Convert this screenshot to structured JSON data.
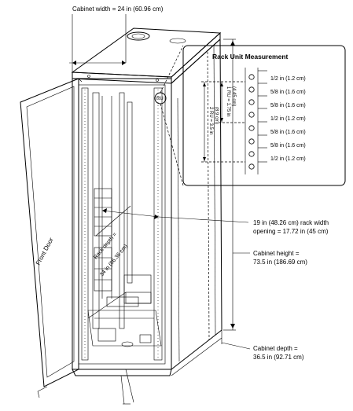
{
  "labels": {
    "cabinet_width": "Cabinet width = 24 in (60.96 cm)",
    "rack_width_line1": "19 in (48.26 cm) rack width",
    "rack_width_line2": "opening = 17.72 in (45 cm)",
    "cabinet_height_line1": "Cabinet height =",
    "cabinet_height_line2": "73.5 in (186.69 cm)",
    "cabinet_depth_line1": "Cabinet depth =",
    "cabinet_depth_line2": "36.5 in (92.71 cm)",
    "front_door": "Front Door",
    "rack_depth_line1": "Rack depth =",
    "rack_depth_line2": "34 in (86.36 cm)"
  },
  "inset": {
    "title": "Rack Unit Measurement",
    "one_ru_line1": "1 RU = 1.75 in",
    "one_ru_line2": "(4.45 cm)",
    "two_ru_line1": "2 RU = 3.5 in",
    "two_ru_line2": "(8.9 cm)",
    "hole_spacings": [
      "1/2 in (1.2 cm)",
      "5/8 in (1.6 cm)",
      "5/8 in (1.6 cm)",
      "1/2 in (1.2 cm)",
      "5/8 in (1.6 cm)",
      "5/8 in (1.6 cm)",
      "1/2 in (1.2 cm)"
    ]
  }
}
